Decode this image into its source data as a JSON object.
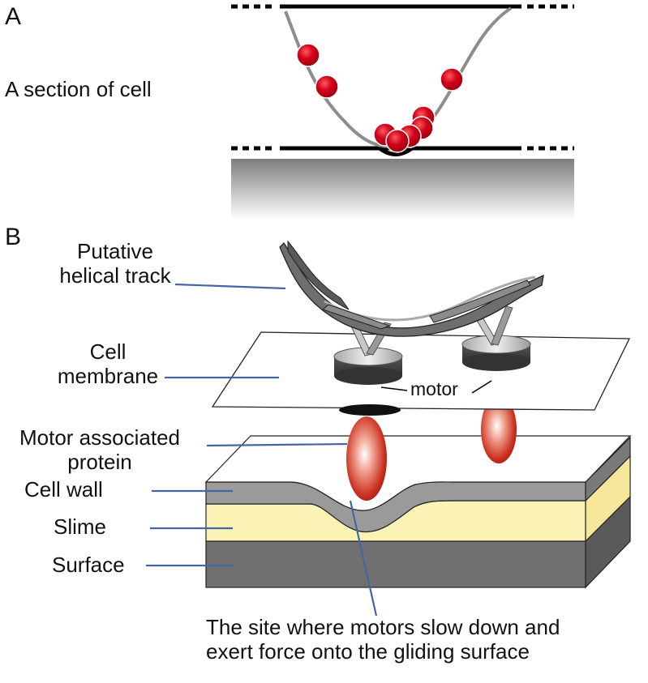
{
  "panel_a": {
    "letter": "A",
    "label": "A section of cell"
  },
  "panel_b": {
    "letter": "B",
    "labels": {
      "track_line1": "Putative",
      "track_line2": "helical track",
      "membrane_line1": "Cell",
      "membrane_line2": "membrane",
      "motor": "motor",
      "protein_line1": "Motor associated",
      "protein_line2": "protein",
      "cell_wall": "Cell wall",
      "slime": "Slime",
      "surface": "Surface",
      "site_line1": "The site where motors slow down and",
      "site_line2": "exert force onto the gliding surface"
    }
  },
  "colors": {
    "bead_red": "#c8001a",
    "leader_blue": "#4466a8",
    "slime_yellow": "#fbf3b0",
    "wall_gray": "#999999",
    "surface_gray": "#6f6f6f"
  }
}
